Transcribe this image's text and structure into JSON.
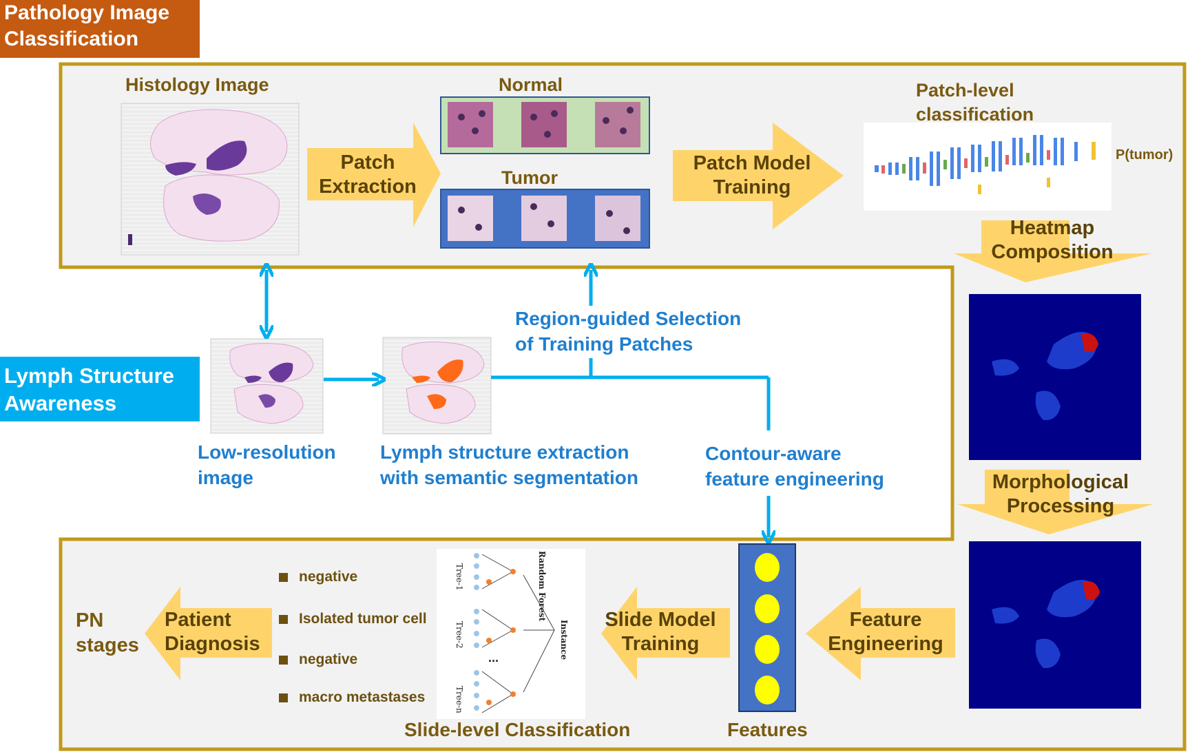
{
  "title_tags": {
    "classification": "Pathology Image\nClassification",
    "lymph": "Lymph Structure\nAwareness"
  },
  "top_row": {
    "histology_label": "Histology Image",
    "patch_extraction": "Patch\nExtraction",
    "normal_label": "Normal",
    "tumor_label": "Tumor",
    "patch_model_training": "Patch Model\nTraining",
    "patch_level_label": "Patch-level\nclassification",
    "ptumor_label": "P(tumor)"
  },
  "right_column": {
    "heatmap_composition": "Heatmap\nComposition",
    "morphological_processing": "Morphological\nProcessing"
  },
  "middle_row": {
    "low_res_label": "Low-resolution\nimage",
    "lymph_extraction_label": "Lymph structure extraction\nwith semantic segmentation",
    "region_guided_label": "Region-guided Selection\nof Training Patches",
    "contour_label": "Contour-aware\nfeature engineering"
  },
  "bottom_row": {
    "pn_stages": "PN\nstages",
    "patient_diagnosis": "Patient\nDiagnosis",
    "legend": [
      "negative",
      "Isolated tumor cell",
      "negative",
      "macro metastases"
    ],
    "slide_level_label": "Slide-level Classification",
    "slide_model_training": "Slide Model\nTraining",
    "features_label": "Features",
    "feature_engineering": "Feature\nEngineering",
    "forest_labels": {
      "title": "Random Forest",
      "instance": "Instance",
      "tree1": "Tree-1",
      "tree2": "Tree-2",
      "treen": "Tree-n",
      "dots": "..."
    }
  },
  "colors": {
    "gold_border": "#c09a1a",
    "panel_bg": "#f2f2f2",
    "arrow_fill": "#fed46a",
    "blue": "#00aeef",
    "text_brown": "#7a5a10",
    "text_blue": "#1f7fcf",
    "orange_tag": "#c55a11",
    "feature_box": "#4472c4",
    "feature_dot": "#ffff00",
    "heatmap_bg": "#000088"
  }
}
